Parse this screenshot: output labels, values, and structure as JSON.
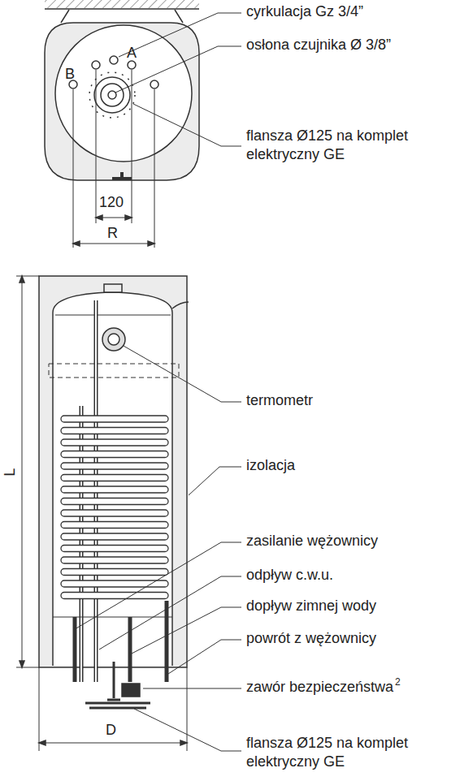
{
  "diagram": {
    "labels": [
      "cyrkulacja Gz 3/4”",
      "A",
      "osłona czujnika Ø 3/8”",
      "B",
      "flansza Ø125 na komplet elektryczny GE",
      "120",
      "R",
      "L",
      "termometr",
      "izolacja",
      "zasilanie wężownicy",
      "odpływ c.w.u.",
      "dopływ zimnej wody",
      "powrót z wężownicy",
      "zawór bezpieczeństwa",
      "2",
      "D",
      "flansza Ø125 na komplet elektryczny GE"
    ]
  }
}
